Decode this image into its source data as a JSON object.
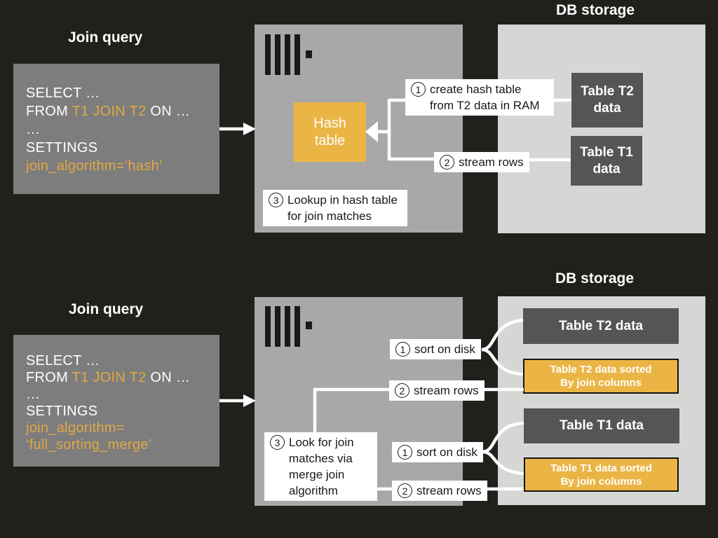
{
  "colors": {
    "background": "#21201c",
    "query_box_gray": "#7d7d7d",
    "server_box_gray": "#a8a8a8",
    "db_storage_gray": "#d6d6d4",
    "table_box_dark": "#555557",
    "accent_orange": "#ebb545",
    "sql_highlight_orange": "#e0a843",
    "connector_white": "#ffffff",
    "icon_black": "#191915"
  },
  "hash_join": {
    "title": "Join query",
    "db_title": "DB storage",
    "sql": {
      "select": "SELECT …",
      "from_prefix": "FROM ",
      "from_tables": "T1 JOIN T2",
      "from_suffix": " ON …",
      "ellipsis": "…",
      "settings": "SETTINGS",
      "algorithm": "join_algorithm=‘hash’"
    },
    "hash_table": {
      "line1": "Hash",
      "line2": "table"
    },
    "steps": [
      {
        "num": "1",
        "text": "create hash table from T2 data in RAM"
      },
      {
        "num": "2",
        "text": "stream rows"
      },
      {
        "num": "3",
        "text": "Lookup in hash table for join matches"
      }
    ],
    "storage": {
      "t2": "Table T2 data",
      "t1": "Table T1 data"
    }
  },
  "merge_join": {
    "title": "Join query",
    "db_title": "DB storage",
    "sql": {
      "select": "SELECT …",
      "from_prefix": "FROM ",
      "from_tables": "T1 JOIN T2",
      "from_suffix": " ON …",
      "ellipsis": "…",
      "settings": "SETTINGS",
      "algorithm_line1": "join_algorithm=",
      "algorithm_line2": "‘full_sorting_merge’"
    },
    "steps": {
      "sort_t2": {
        "num": "1",
        "text": "sort on disk"
      },
      "stream_t2": {
        "num": "2",
        "text": "stream rows"
      },
      "sort_t1": {
        "num": "1",
        "text": "sort on disk"
      },
      "stream_t1": {
        "num": "2",
        "text": "stream rows"
      },
      "lookup": {
        "num": "3",
        "text": "Look for join matches via merge join algorithm"
      }
    },
    "storage": {
      "t2": "Table T2 data",
      "t2_sorted": {
        "line1": "Table T2 data sorted",
        "line2": "By join columns"
      },
      "t1": "Table T1 data",
      "t1_sorted": {
        "line1": "Table T1 data sorted",
        "line2": "By join columns"
      }
    }
  }
}
